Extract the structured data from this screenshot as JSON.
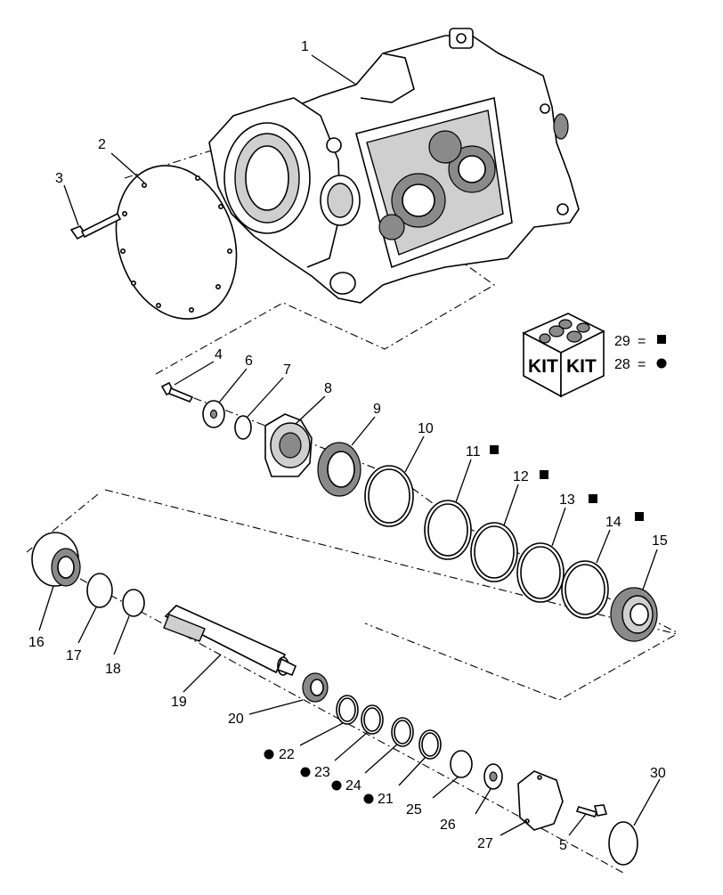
{
  "kit": {
    "label_left": "KIT",
    "label_right": "KIT",
    "legend": [
      {
        "number": "29",
        "symbol": "square"
      },
      {
        "number": "28",
        "symbol": "circle"
      }
    ],
    "equals": "="
  },
  "callouts": [
    {
      "number": "1",
      "marker": ""
    },
    {
      "number": "2",
      "marker": ""
    },
    {
      "number": "3",
      "marker": ""
    },
    {
      "number": "4",
      "marker": ""
    },
    {
      "number": "5",
      "marker": ""
    },
    {
      "number": "6",
      "marker": ""
    },
    {
      "number": "7",
      "marker": ""
    },
    {
      "number": "8",
      "marker": ""
    },
    {
      "number": "9",
      "marker": ""
    },
    {
      "number": "10",
      "marker": ""
    },
    {
      "number": "11",
      "marker": "square"
    },
    {
      "number": "12",
      "marker": "square"
    },
    {
      "number": "13",
      "marker": "square"
    },
    {
      "number": "14",
      "marker": "square"
    },
    {
      "number": "15",
      "marker": ""
    },
    {
      "number": "16",
      "marker": ""
    },
    {
      "number": "17",
      "marker": ""
    },
    {
      "number": "18",
      "marker": ""
    },
    {
      "number": "19",
      "marker": ""
    },
    {
      "number": "20",
      "marker": ""
    },
    {
      "number": "21",
      "marker": "circle"
    },
    {
      "number": "22",
      "marker": "circle"
    },
    {
      "number": "23",
      "marker": "circle"
    },
    {
      "number": "24",
      "marker": "circle"
    },
    {
      "number": "25",
      "marker": ""
    },
    {
      "number": "26",
      "marker": ""
    },
    {
      "number": "27",
      "marker": ""
    },
    {
      "number": "30",
      "marker": ""
    }
  ]
}
